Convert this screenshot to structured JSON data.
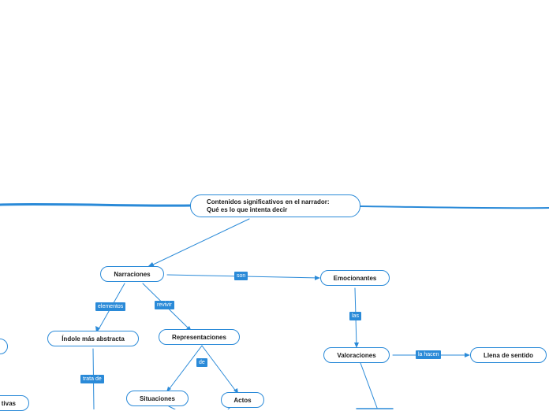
{
  "colors": {
    "line": "#2a8ad8",
    "label_bg": "#2a8ad8",
    "node_border": "#2a8ad8"
  },
  "nodes": {
    "root_line1": "Contenidos significativos en el narrador:",
    "root_line2": "Qué es lo que intenta decir",
    "narraciones": "Narraciones",
    "emocionantes": "Emocionantes",
    "indole": "Índole más abstracta",
    "representaciones": "Representaciones",
    "valoraciones": "Valoraciones",
    "llena": "Llena de sentido",
    "situaciones": "Situaciones",
    "actos": "Actos",
    "partial_left": "tivas"
  },
  "labels": {
    "son": "son",
    "elementos": "elementos",
    "revivir": "revivir",
    "las": "las",
    "trata_de": "trata de",
    "de": "de",
    "la_hacen": "la hacen"
  }
}
